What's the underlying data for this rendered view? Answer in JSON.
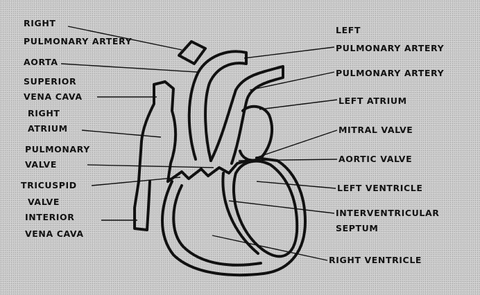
{
  "colors": {
    "ink": "#111111",
    "paper": "#cdcdcd",
    "heart_fill": "#cbcbcb"
  },
  "labels": {
    "right_pulmonary_artery_1": "RIGHT",
    "right_pulmonary_artery_2": "PULMONARY ARTERY",
    "aorta": "AORTA",
    "superior_vena_cava_1": "SUPERIOR",
    "superior_vena_cava_2": "VENA CAVA",
    "right_atrium_1": "RIGHT",
    "right_atrium_2": "ATRIUM",
    "pulmonary_valve_1": "PULMONARY",
    "pulmonary_valve_2": "VALVE",
    "tricuspid_valve_1": "TRICUSPID",
    "tricuspid_valve_2": "VALVE",
    "inferior_vena_cava_1": "INTERIOR",
    "inferior_vena_cava_2": "VENA CAVA",
    "left_pulmonary_artery_1": "LEFT",
    "left_pulmonary_artery_2": "PULMONARY ARTERY",
    "pulmonary_artery": "PULMONARY ARTERY",
    "left_atrium": "LEFT ATRIUM",
    "mitral_valve": "MITRAL VALVE",
    "aortic_valve": "AORTIC VALVE",
    "left_ventricle": "LEFT VENTRICLE",
    "interventricular_septum_1": "INTERVENTRICULAR",
    "interventricular_septum_2": "SEPTUM",
    "right_ventricle": "RIGHT VENTRICLE"
  }
}
